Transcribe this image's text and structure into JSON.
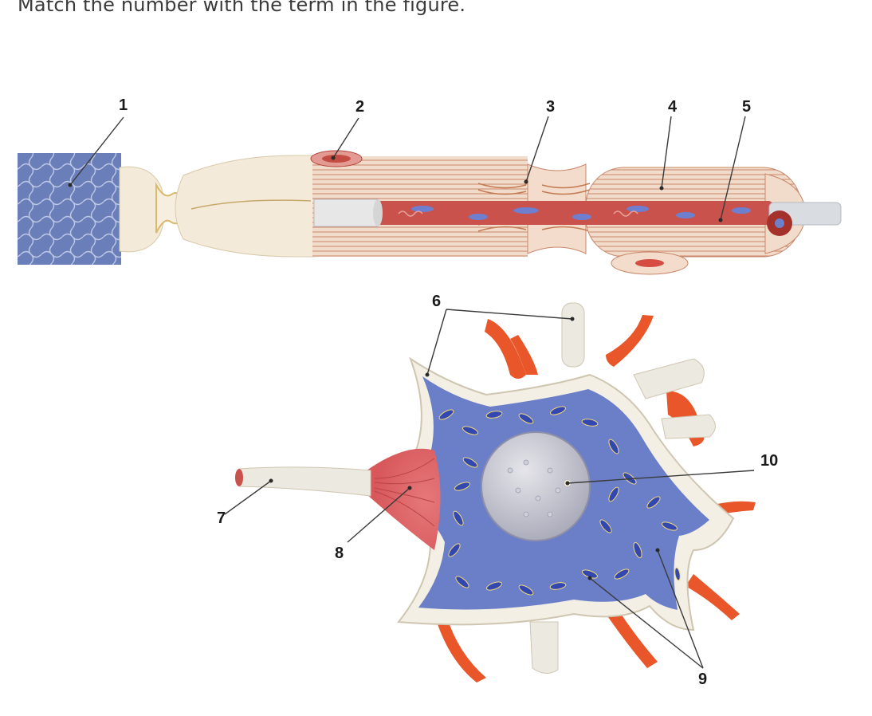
{
  "question": {
    "prompt": "Match the number with the term in the figure."
  },
  "figure": {
    "labels": [
      "1",
      "2",
      "3",
      "4",
      "5",
      "6",
      "7",
      "8",
      "9",
      "10"
    ]
  },
  "colors": {
    "myelin": "#f3ead9",
    "axon": "#c9524c",
    "cytoplasm": "#6b7fc9",
    "nissl": "#3347b0",
    "terminals": "#e8562a",
    "nucleus": "#c9c9d2",
    "connective": "#6d7fb8"
  }
}
